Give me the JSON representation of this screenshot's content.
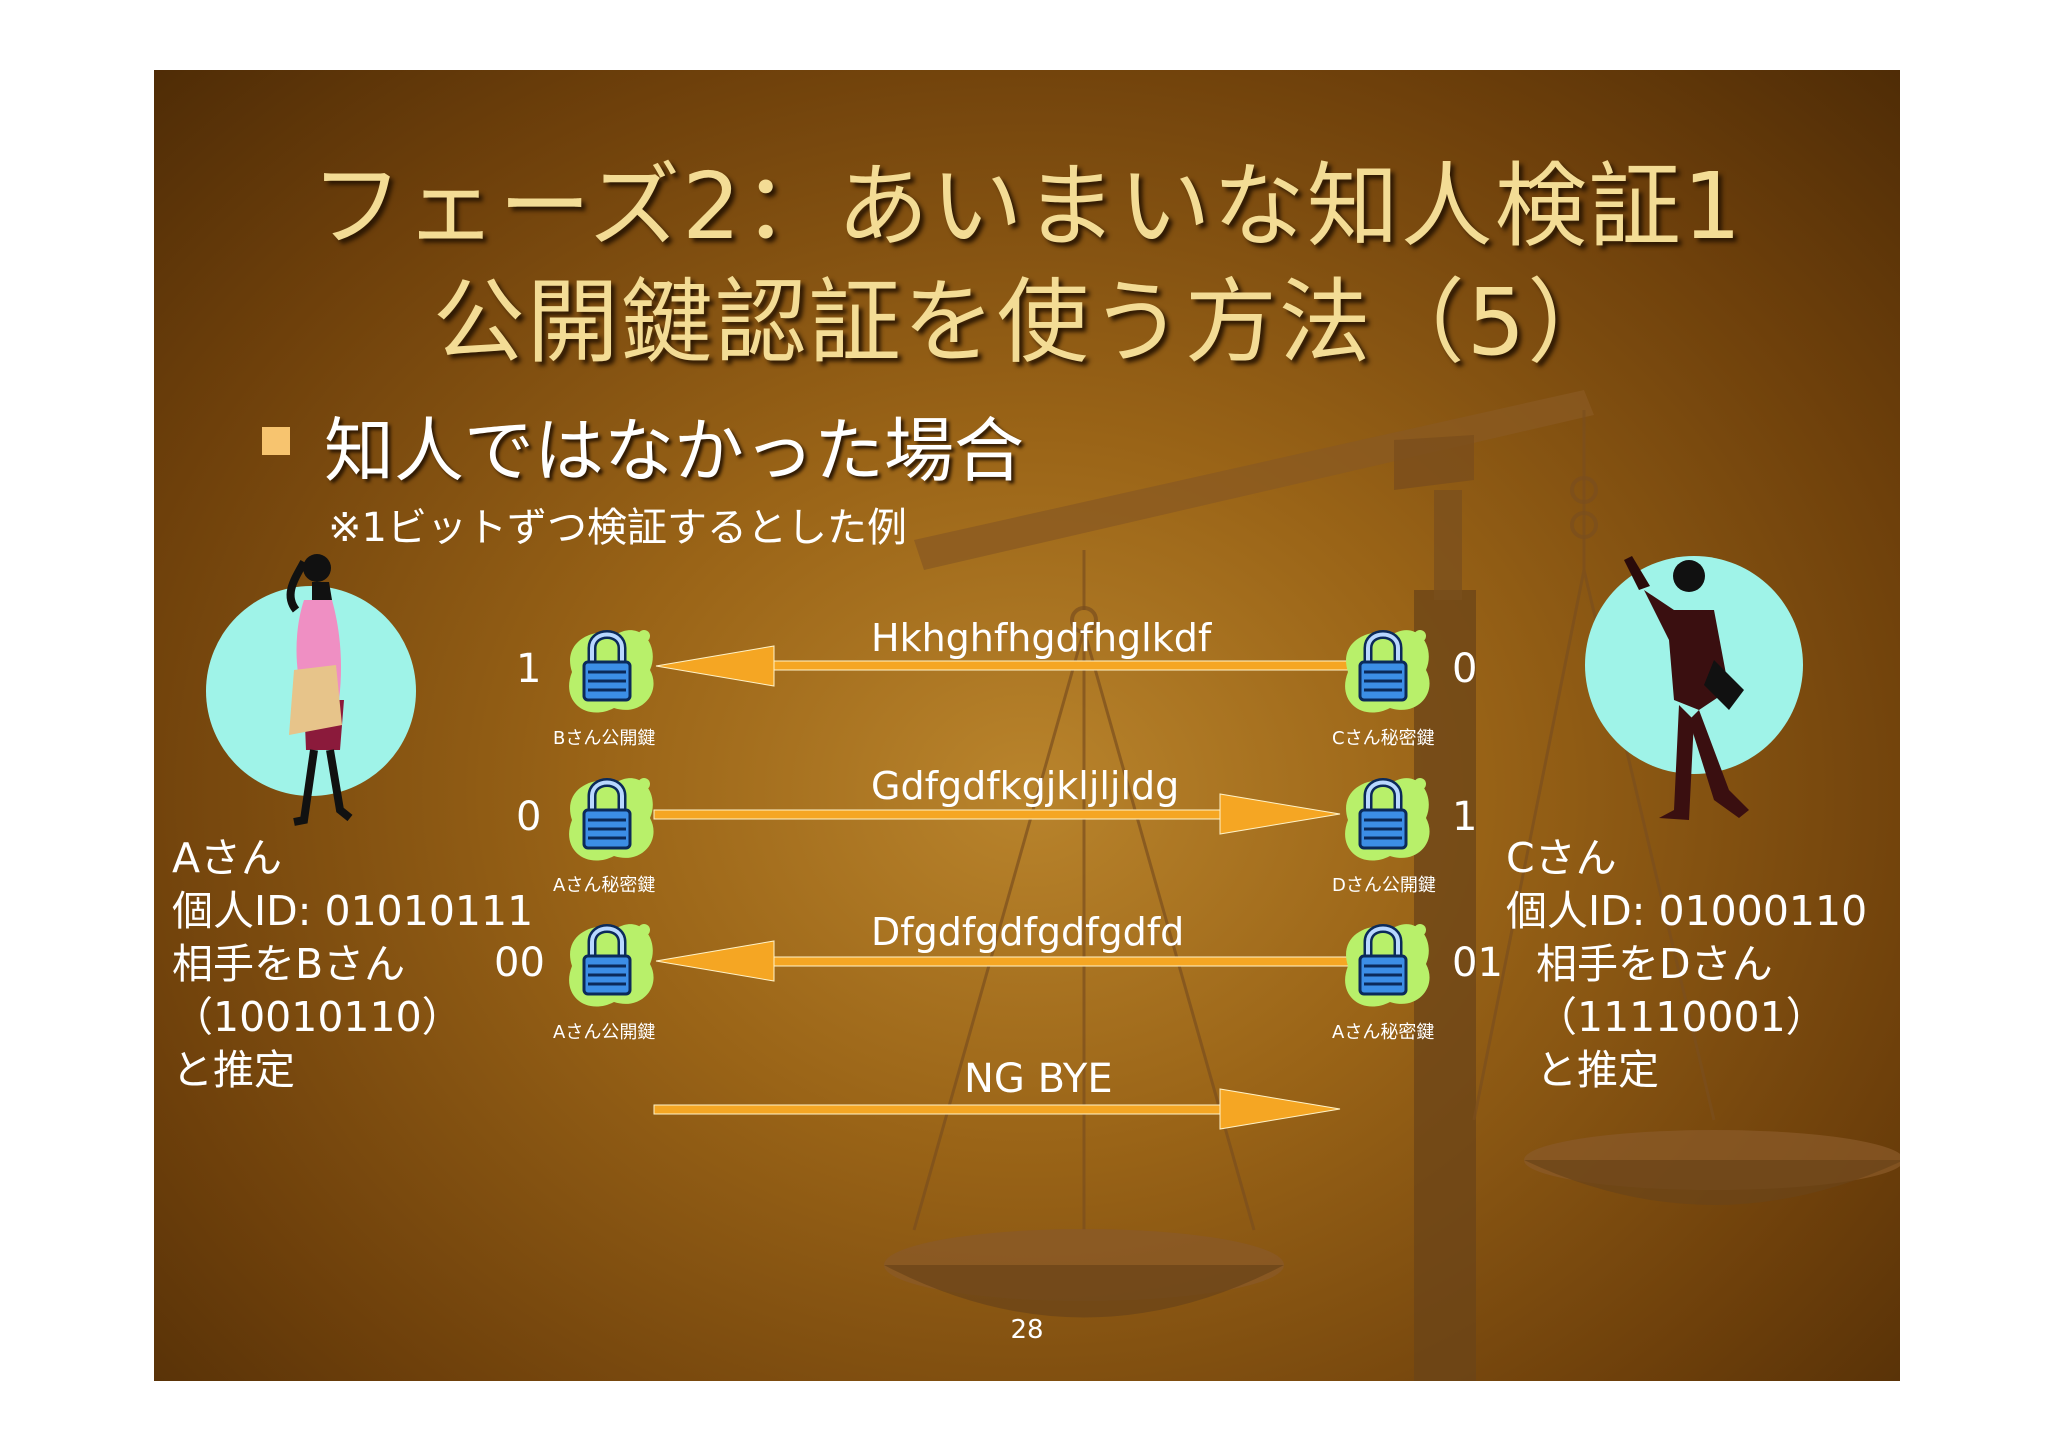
{
  "title": {
    "line1": "フェーズ2：あいまいな知人検証1",
    "line2": "公開鍵認証を使う方法（5）"
  },
  "bullet": {
    "text": "知人ではなかった場合",
    "note": "※1ビットずつ検証するとした例"
  },
  "person_a": {
    "name": "Aさん",
    "id_line": "個人ID:  01010111",
    "guess_line": "相手をBさん",
    "guess_id": "（10010110）",
    "conclusion": "と推定"
  },
  "person_c": {
    "name": "Cさん",
    "id_line": "個人ID:  01000110",
    "guess_line": "相手をDさん",
    "guess_id": "（11110001）",
    "conclusion": "と推定"
  },
  "exchanges": [
    {
      "left_bit": "1",
      "right_bit": "0",
      "cipher": "Hkhghfhgdfhglkdf",
      "left_key": "Bさん公開鍵",
      "right_key": "Cさん秘密鍵",
      "direction": "left"
    },
    {
      "left_bit": "0",
      "right_bit": "1",
      "cipher": "Gdfgdfkgjkljljldg",
      "left_key": "Aさん秘密鍵",
      "right_key": "Dさん公開鍵",
      "direction": "right"
    },
    {
      "left_bit": "00",
      "right_bit": "01",
      "cipher": "Dfgdfgdfgdfgdfd",
      "left_key": "Aさん公開鍵",
      "right_key": "Aさん秘密鍵",
      "direction": "left"
    }
  ],
  "final_message": "NG BYE",
  "page_number": "28",
  "colors": {
    "title": "#f3dc95",
    "bullet": "#f7c46f",
    "arrow": "#f5a623",
    "circle": "#9ff3e8",
    "lock_blob": "#b8f06a",
    "lock_body": "#3c8ee6"
  },
  "icons": [
    "lock-icon",
    "woman-silhouette-icon",
    "man-silhouette-icon",
    "balance-scale-icon"
  ]
}
